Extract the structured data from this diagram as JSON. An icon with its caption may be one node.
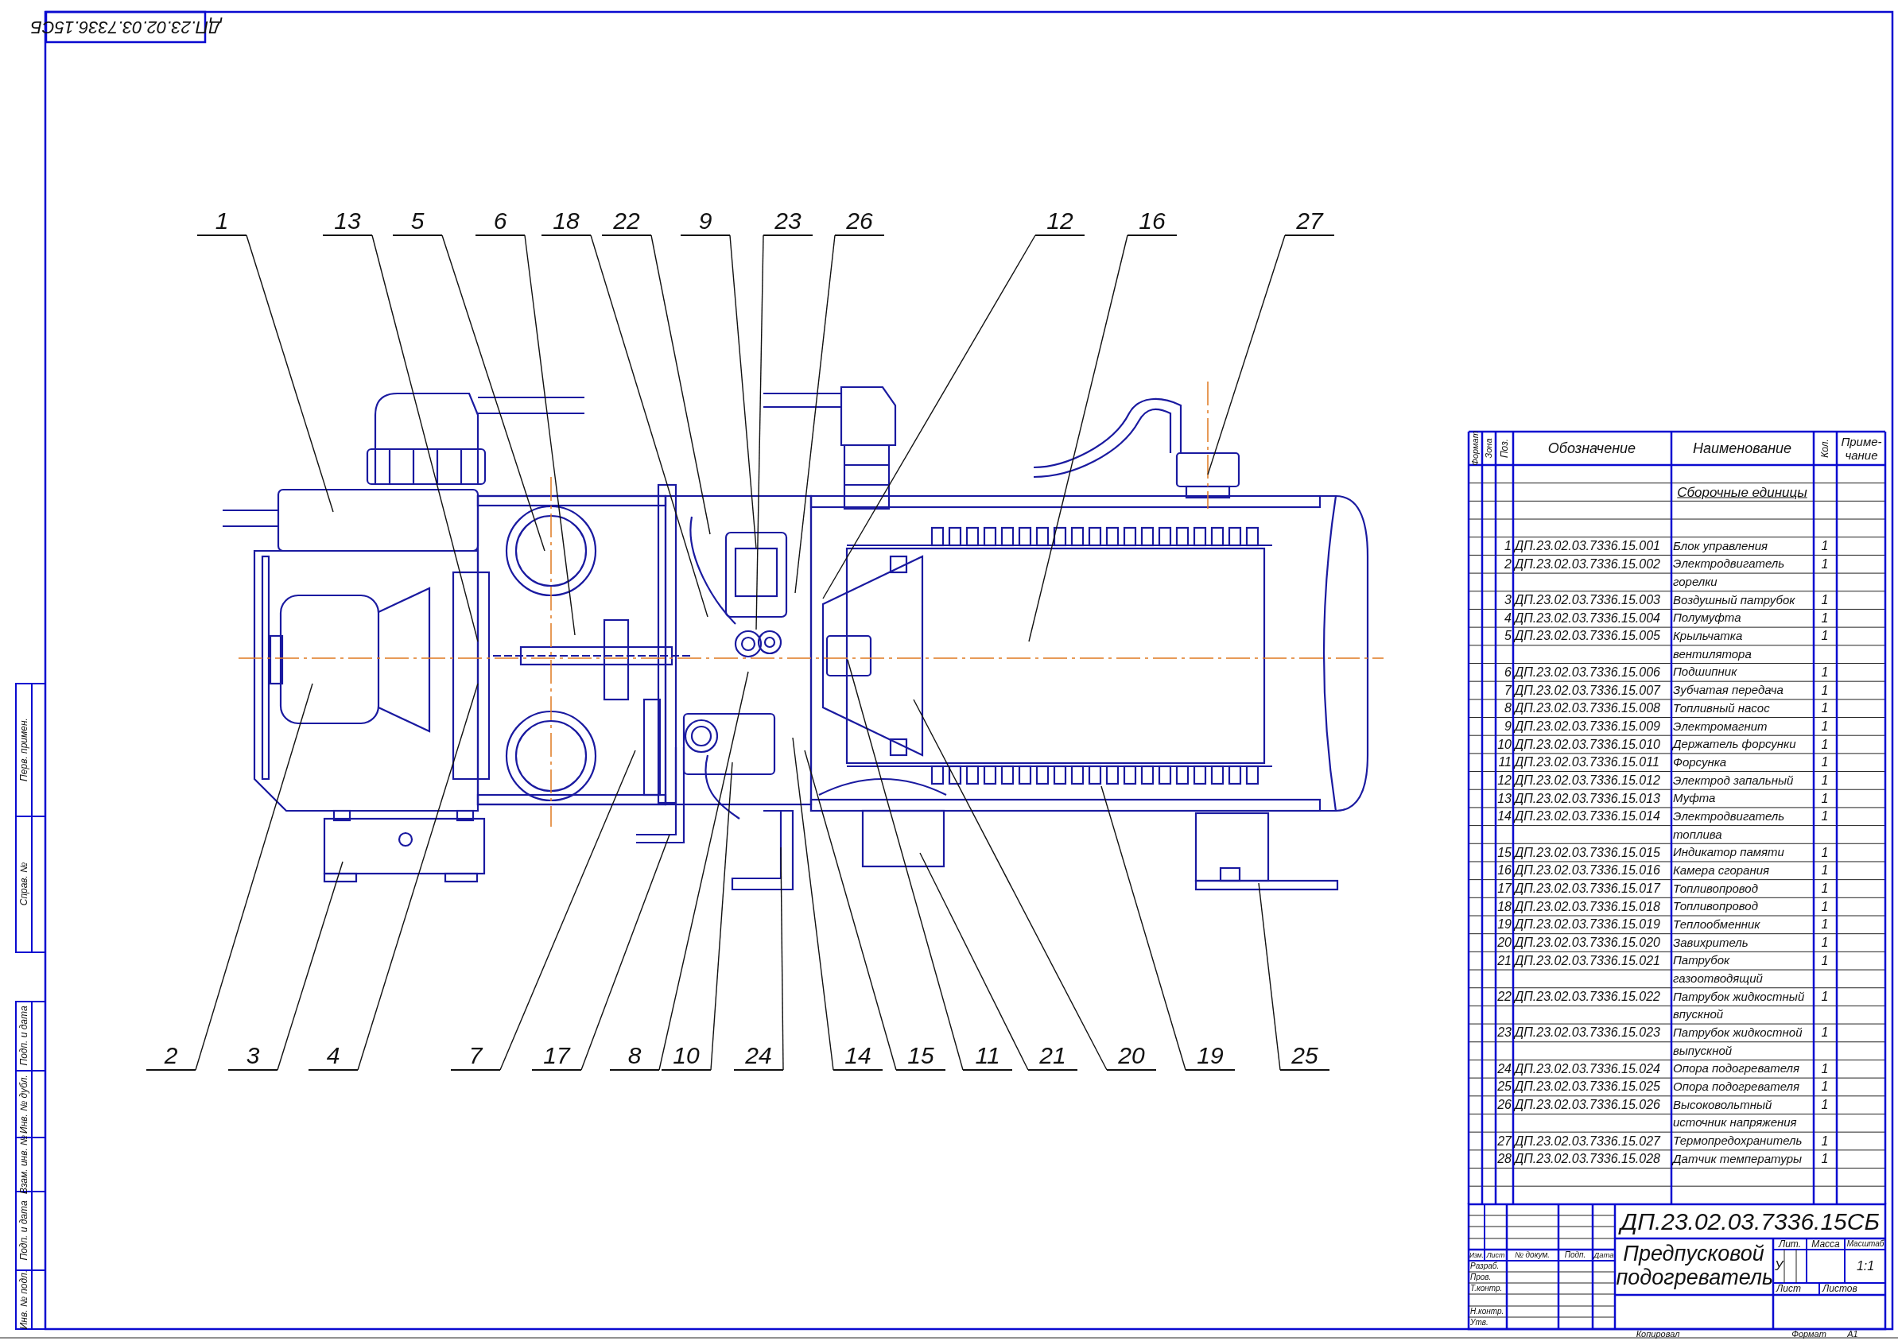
{
  "diagram": {
    "nodes": [
      {
        "text": [
          "1"
        ]
      },
      {
        "text": [
          "13"
        ]
      },
      {
        "text": [
          "5"
        ]
      },
      {
        "text": [
          "6"
        ]
      },
      {
        "text": [
          "18"
        ]
      },
      {
        "text": [
          "22"
        ]
      },
      {
        "text": [
          "9"
        ]
      },
      {
        "text": [
          "23"
        ]
      },
      {
        "text": [
          "26"
        ]
      },
      {
        "text": [
          "12"
        ]
      },
      {
        "text": [
          "16"
        ]
      },
      {
        "text": [
          "27"
        ]
      },
      {
        "text": [
          "2"
        ]
      },
      {
        "text": [
          "3"
        ]
      },
      {
        "text": [
          "4"
        ]
      },
      {
        "text": [
          "7"
        ]
      },
      {
        "text": [
          "17"
        ]
      },
      {
        "text": [
          "8"
        ]
      },
      {
        "text": [
          "10"
        ]
      },
      {
        "text": [
          "24"
        ]
      },
      {
        "text": [
          "14"
        ]
      },
      {
        "text": [
          "15"
        ]
      },
      {
        "text": [
          "11"
        ]
      },
      {
        "text": [
          "21"
        ]
      },
      {
        "text": [
          "20"
        ]
      },
      {
        "text": [
          "19"
        ]
      },
      {
        "text": [
          "25"
        ]
      }
    ],
    "edges": [
      {
        "from": 0,
        "to": null,
        "arrow": "none"
      },
      {
        "from": 1,
        "to": null,
        "arrow": "none"
      },
      {
        "from": 2,
        "to": null,
        "arrow": "none"
      },
      {
        "from": 3,
        "to": null,
        "arrow": "none"
      },
      {
        "from": 4,
        "to": null,
        "arrow": "none"
      },
      {
        "from": 5,
        "to": null,
        "arrow": "none"
      },
      {
        "from": 6,
        "to": null,
        "arrow": "none"
      },
      {
        "from": 7,
        "to": null,
        "arrow": "none"
      },
      {
        "from": 8,
        "to": null,
        "arrow": "none"
      },
      {
        "from": 9,
        "to": null,
        "arrow": "none"
      },
      {
        "from": 10,
        "to": null,
        "arrow": "none"
      },
      {
        "from": 11,
        "to": null,
        "arrow": "none"
      },
      {
        "from": 12,
        "to": null,
        "arrow": "none"
      },
      {
        "from": 13,
        "to": null,
        "arrow": "none"
      },
      {
        "from": 14,
        "to": null,
        "arrow": "none"
      },
      {
        "from": 15,
        "to": null,
        "arrow": "none"
      },
      {
        "from": 16,
        "to": null,
        "arrow": "none"
      },
      {
        "from": 17,
        "to": null,
        "arrow": "none"
      },
      {
        "from": 18,
        "to": null,
        "arrow": "none"
      },
      {
        "from": 19,
        "to": null,
        "arrow": "none"
      },
      {
        "from": 20,
        "to": null,
        "arrow": "none"
      },
      {
        "from": 21,
        "to": null,
        "arrow": "none"
      },
      {
        "from": 22,
        "to": null,
        "arrow": "none"
      },
      {
        "from": 23,
        "to": null,
        "arrow": "none"
      },
      {
        "from": 24,
        "to": null,
        "arrow": "none"
      },
      {
        "from": 25,
        "to": null,
        "arrow": "none"
      },
      {
        "from": 26,
        "to": null,
        "arrow": "none"
      }
    ],
    "labels": [
      "ДП.23.02.03.7336.15СБ",
      "Перв. примен.",
      "Справ. №",
      "Подп. и дата",
      "Инв. № дубл.",
      "Взам. инв. №",
      "Подп. и дата",
      "Инв. № подл.",
      "Формат",
      "Зона",
      "Поз.",
      "Обозначение",
      "Наименование",
      "Кол.",
      "Приме- чание",
      "Сборочные единицы",
      "1",
      "ДП.23.02.03.7336.15.001",
      "Блок управления",
      "1",
      "2",
      "ДП.23.02.03.7336.15.002",
      "Электродвигатель горелки",
      "1",
      "3",
      "ДП.23.02.03.7336.15.003",
      "Воздушный патрубок",
      "1",
      "4",
      "ДП.23.02.03.7336.15.004",
      "Полумуфта",
      "1",
      "5",
      "ДП.23.02.03.7336.15.005",
      "Крыльчатка вентилятора",
      "1",
      "6",
      "ДП.23.02.03.7336.15.006",
      "Подшипник",
      "1",
      "7",
      "ДП.23.02.03.7336.15.007",
      "Зубчатая передача",
      "1",
      "8",
      "ДП.23.02.03.7336.15.008",
      "Топливный насос",
      "1",
      "9",
      "ДП.23.02.03.7336.15.009",
      "Электромагнит",
      "1",
      "10",
      "ДП.23.02.03.7336.15.010",
      "Держатель форсунки",
      "1",
      "11",
      "ДП.23.02.03.7336.15.011",
      "Форсунка",
      "1",
      "12",
      "ДП.23.02.03.7336.15.012",
      "Электрод запальный",
      "1",
      "13",
      "ДП.23.02.03.7336.15.013",
      "Муфта",
      "1",
      "14",
      "ДП.23.02.03.7336.15.014",
      "Электродвигатель топлива",
      "1",
      "15",
      "ДП.23.02.03.7336.15.015",
      "Индикатор памяти",
      "1",
      "16",
      "ДП.23.02.03.7336.15.016",
      "Камера сгорания",
      "1",
      "17",
      "ДП.23.02.03.7336.15.017",
      "Топливопровод",
      "1",
      "18",
      "ДП.23.02.03.7336.15.018",
      "Топливопровод",
      "1",
      "19",
      "ДП.23.02.03.7336.15.019",
      "Теплообменник",
      "1",
      "20",
      "ДП.23.02.03.7336.15.020",
      "Завихритель",
      "1",
      "21",
      "ДП.23.02.03.7336.15.021",
      "Патрубок газоотводящий",
      "1",
      "22",
      "ДП.23.02.03.7336.15.022",
      "Патрубок жидкостный впускной",
      "1",
      "23",
      "ДП.23.02.03.7336.15.023",
      "Патрубок жидкостной выпускной",
      "1",
      "24",
      "ДП.23.02.03.7336.15.024",
      "Опора подогревателя",
      "1",
      "25",
      "ДП.23.02.03.7336.15.025",
      "Опора подогревателя",
      "1",
      "26",
      "ДП.23.02.03.7336.15.026",
      "Высоковольтный источник напряжения",
      "1",
      "27",
      "ДП.23.02.03.7336.15.027",
      "Термопредохранитель",
      "1",
      "28",
      "ДП.23.02.03.7336.15.028",
      "Датчик температуры",
      "1",
      "ДП.23.02.03.7336.15СБ",
      "Изм.",
      "Лист",
      "№ докум.",
      "Подп.",
      "Дата",
      "Разраб.",
      "Пров.",
      "Т.контр.",
      "Н.контр.",
      "Утв.",
      "Предпусковой подогреватель",
      "Лит.",
      "Масса",
      "Масштаб",
      "У",
      "1:1",
      "Лист",
      "Листов",
      "Копировал",
      "Формат",
      "А1"
    ]
  }
}
